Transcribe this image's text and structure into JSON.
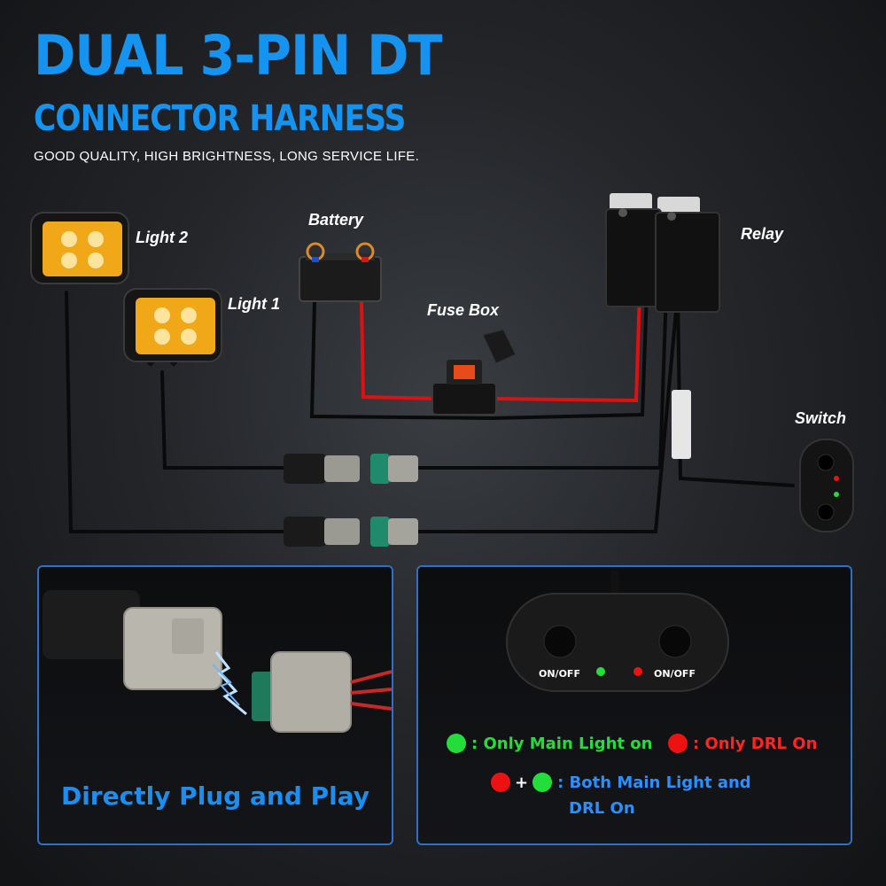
{
  "title": {
    "line1": "DUAL 3-PIN DT",
    "line2": "CONNECTOR HARNESS",
    "subtitle": "GOOD QUALITY, HIGH BRIGHTNESS, LONG SERVICE LIFE."
  },
  "components": {
    "light2": "Light 2",
    "light1": "Light 1",
    "battery": "Battery",
    "fuse_box": "Fuse Box",
    "relay": "Relay",
    "switch": "Switch"
  },
  "switch_labels": {
    "button_left": "ON/OFF",
    "button_right": "ON/OFF"
  },
  "plug_panel": {
    "caption": "Directly Plug and Play"
  },
  "legend": {
    "green_only": ": Only Main Light on",
    "red_only": ": Only DRL On",
    "plus": "+",
    "both_line1": ": Both Main Light and",
    "both_line2": "DRL On"
  },
  "colors": {
    "title_blue": "#1493f0",
    "green_indicator": "#22dd3a",
    "red_indicator": "#ee1111",
    "positive_wire": "#e01010",
    "light_lens": "#f0a818"
  }
}
